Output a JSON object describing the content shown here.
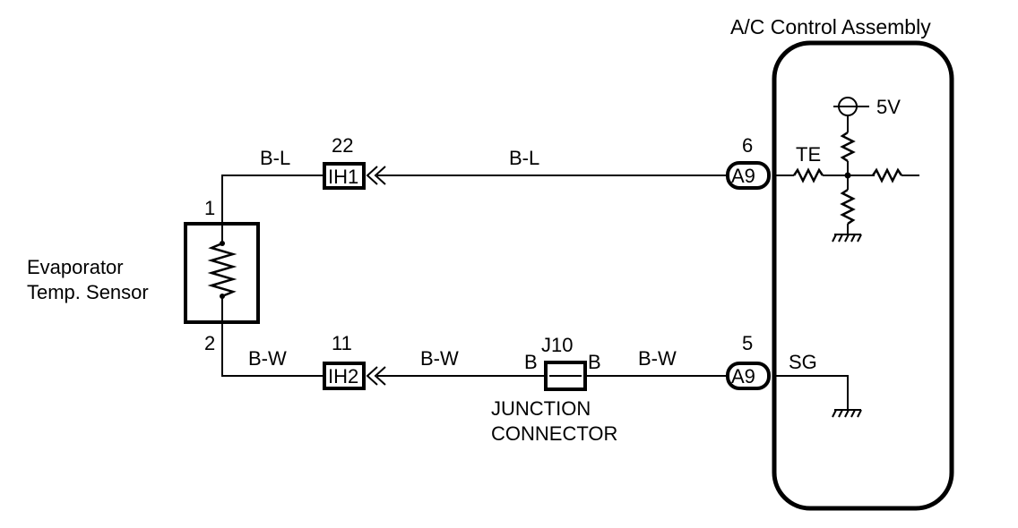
{
  "assembly": {
    "title": "A/C Control Assembly"
  },
  "supply": {
    "label": "5V"
  },
  "sensor": {
    "name_line1": "Evaporator",
    "name_line2": "Temp. Sensor",
    "pin_top": "1",
    "pin_bottom": "2"
  },
  "top_circuit": {
    "wire_left": "B-L",
    "wire_right": "B-L",
    "connector_pin": "22",
    "connector": "IH1",
    "ecu_pin": "6",
    "ecu_connector": "A9",
    "terminal": "TE"
  },
  "bottom_circuit": {
    "wire_left": "B-W",
    "wire_mid": "B-W",
    "wire_right": "B-W",
    "connector_pin": "11",
    "connector": "IH2",
    "ecu_pin": "5",
    "ecu_connector": "A9",
    "terminal": "SG"
  },
  "junction": {
    "id": "J10",
    "pin_left": "B",
    "pin_right": "B",
    "label_line1": "JUNCTION",
    "label_line2": "CONNECTOR"
  }
}
